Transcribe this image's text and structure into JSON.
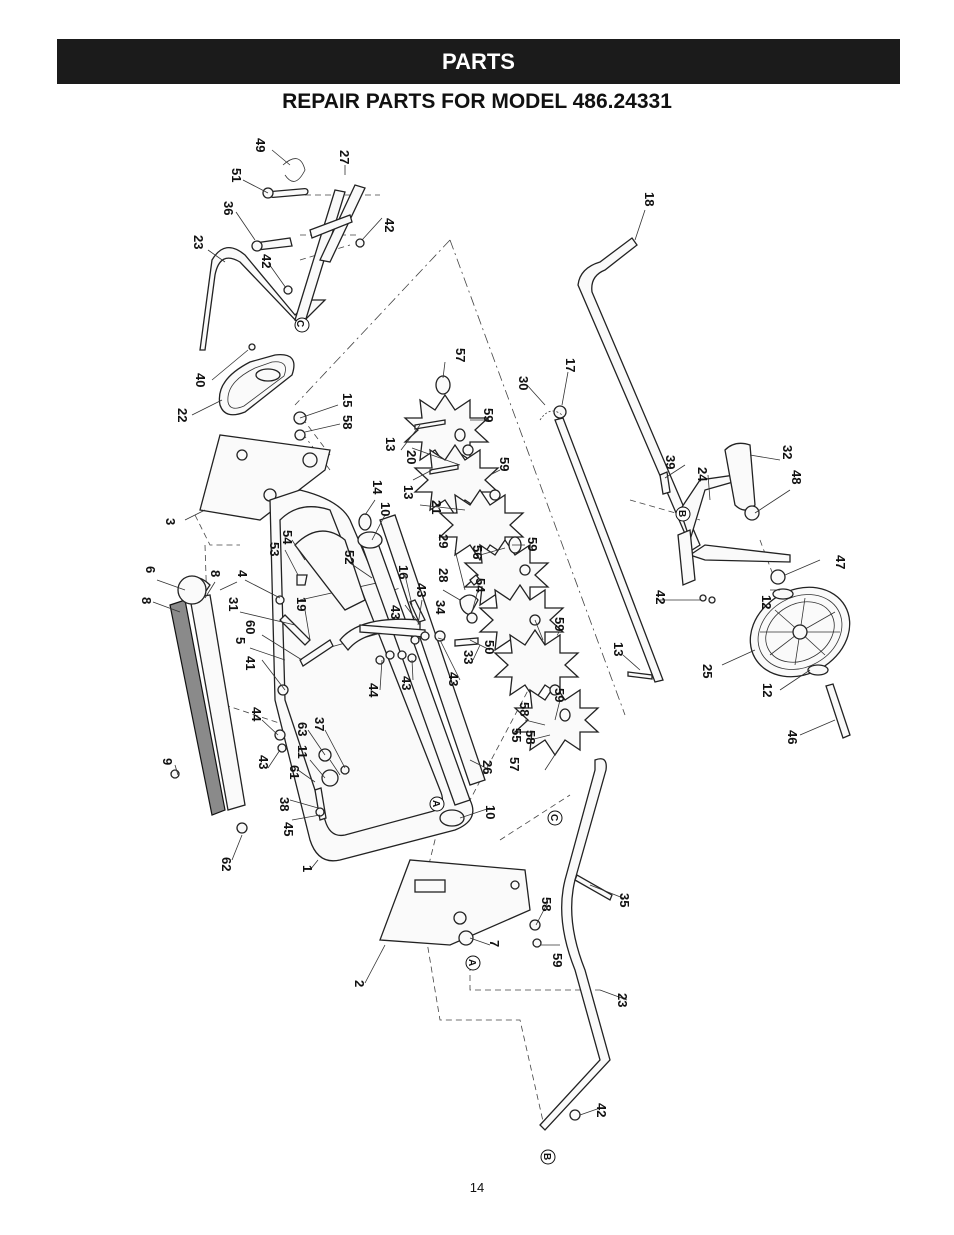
{
  "header": {
    "banner": "PARTS",
    "title": "REPAIR PARTS FOR MODEL 486.24331"
  },
  "page_number": "14",
  "callouts": {
    "n49": "49",
    "n51": "51",
    "n27": "27",
    "n36": "36",
    "n42a": "42",
    "n23a": "23",
    "n42b": "42",
    "nCa": "C",
    "n40": "40",
    "n22": "22",
    "n57a": "57",
    "n15": "15",
    "n58a": "58",
    "n13a": "13",
    "n59a": "59",
    "n30": "30",
    "n17": "17",
    "n18": "18",
    "n20": "20",
    "n13b": "13",
    "n59b": "59",
    "n21": "21",
    "n3": "3",
    "n14": "14",
    "n10a": "10",
    "n29": "29",
    "n56": "56",
    "n59c": "59",
    "n53": "53",
    "n54a": "54",
    "n52": "52",
    "n16": "16",
    "n28": "28",
    "n54b": "54",
    "n6": "6",
    "n8a": "8",
    "n4": "4",
    "n8b": "8",
    "n31": "31",
    "n19": "19",
    "n43a": "43",
    "n43b": "43",
    "n34": "34",
    "n50": "50",
    "n5": "5",
    "n60": "60",
    "n41": "41",
    "n33": "33",
    "n43c": "43",
    "n59d": "59",
    "n13c": "13",
    "n43d": "43",
    "n44a": "44",
    "n44b": "44",
    "n63": "63",
    "n37": "37",
    "n43e": "43",
    "n11": "11",
    "n61": "61",
    "n58b": "58",
    "n59e": "59",
    "n55": "55",
    "n58c": "58",
    "n57b": "57",
    "n9": "9",
    "n38": "38",
    "n45": "45",
    "nAa": "A",
    "n26": "26",
    "n10b": "10",
    "n62": "62",
    "n1": "1",
    "nCb": "C",
    "n35": "35",
    "n58d": "58",
    "n7": "7",
    "n59f": "59",
    "nAb": "A",
    "n2": "2",
    "n23b": "23",
    "n42c": "42",
    "nBa": "B",
    "n39": "39",
    "n24": "24",
    "n32": "32",
    "n48": "48",
    "nBb": "B",
    "n47": "47",
    "n42d": "42",
    "n12a": "12",
    "n25": "25",
    "n12b": "12",
    "n46": "46"
  }
}
